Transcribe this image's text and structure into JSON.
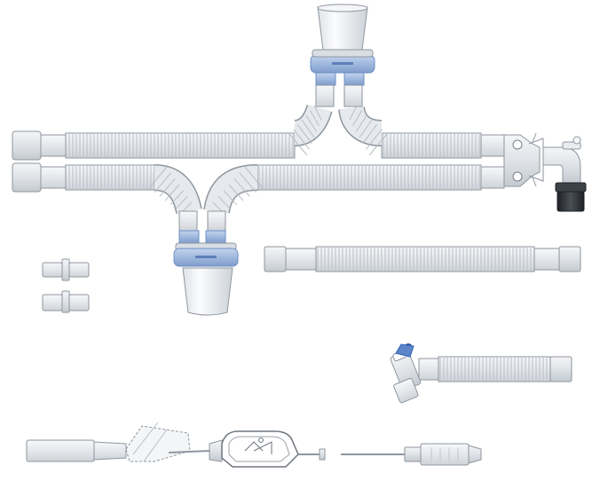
{
  "figure": {
    "background": "#ffffff",
    "colors": {
      "tube": "#eef0f3",
      "tube_stroke": "#8f969e",
      "rib": "#b9bfc6",
      "cuff": "#e2e6ea",
      "collar_blue": "#9fb8dd",
      "collar_blue_dark": "#6d8fc4",
      "elbow_dark": "#2e3236",
      "cap_blue": "#2f63b5"
    },
    "components": [
      "ventilator-circuit-y-assembly",
      "water-trap-top",
      "water-trap-bottom",
      "y-piece-elbow-connector",
      "extension-tube",
      "straight-connector-1",
      "straight-connector-2",
      "catheter-mount",
      "suction-catheter-with-valve"
    ]
  }
}
